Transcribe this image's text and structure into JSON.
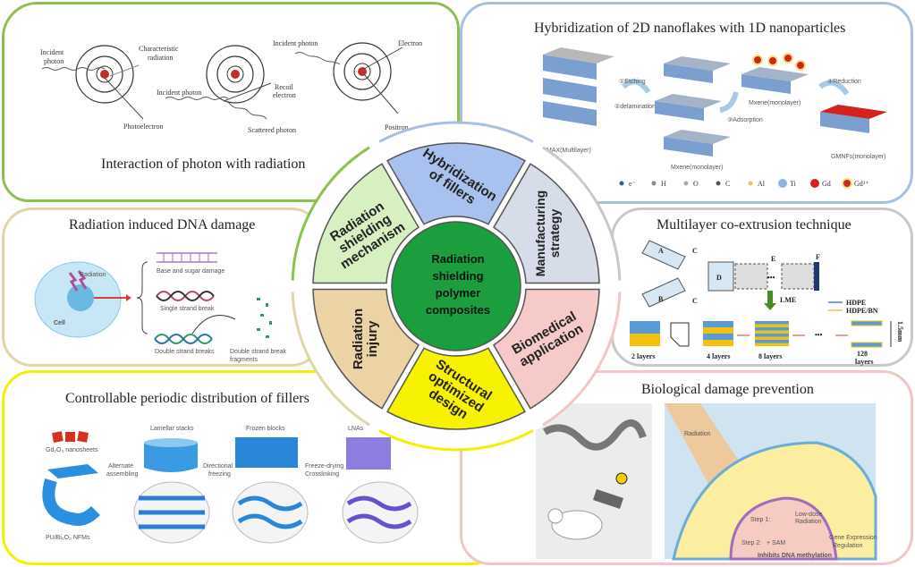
{
  "center": {
    "lines": [
      "Radiation",
      "shielding",
      "polymer",
      "composites"
    ],
    "color": "#1a9e3e"
  },
  "segments": [
    {
      "lines": [
        "Radiation",
        "shielding",
        "mechanism"
      ],
      "color": "#d7f0c2"
    },
    {
      "lines": [
        "Hybridization",
        "of fillers"
      ],
      "color": "#a9c1ee"
    },
    {
      "lines": [
        "Manufacturing",
        "strategy"
      ],
      "color": "#d6dce8"
    },
    {
      "lines": [
        "Biomedical",
        "application"
      ],
      "color": "#f7caca"
    },
    {
      "lines": [
        "Structural",
        "optimized",
        "design"
      ],
      "color": "#f6f200"
    },
    {
      "lines": [
        "Radiation",
        "injury"
      ],
      "color": "#ecd3a6"
    }
  ],
  "panels": {
    "photon": {
      "title": "Interaction of photon with radiation",
      "border": "#8cc04f",
      "labels": {
        "incident_photon_1a": "Incident",
        "incident_photon_1b": "photon",
        "characteristic_a": "Characteristic",
        "characteristic_b": "radiation",
        "photoelectron": "Photoelectron",
        "incident_photon_2": "Incident photon",
        "recoil_a": "Recoil",
        "recoil_b": "electron",
        "scattered": "Scattered photon",
        "incident_photon_3": "Incident photon",
        "electron": "Electron",
        "positron": "Positron"
      }
    },
    "hybrid": {
      "title": "Hybridization of 2D nanoflakes with 1D nanoparticles",
      "border": "#a8c0e2",
      "labels": {
        "etching": "①Etching",
        "delamination": "②delamination",
        "adsorption": "③Adsorption",
        "reduction": "④Reduction",
        "max": "MAX(Multilayer)",
        "mxene1": "Mxene(monolayer)",
        "mxene2": "Mxene(monolayer)",
        "gmnf": "GMNFs(monolayer)"
      },
      "legend": [
        "e⁻",
        "H",
        "O",
        "C",
        "Al",
        "Ti",
        "Gd",
        "Gd³⁺"
      ]
    },
    "dna": {
      "title": "Radiation induced DNA damage",
      "border": "#e2d6a4",
      "labels": {
        "radiation": "Radiation",
        "cell": "Cell",
        "base": "Base and sugar damage",
        "single": "Single strand break",
        "double": "Double strand breaks",
        "frag_a": "Double strand break",
        "frag_b": "fragments"
      }
    },
    "extrusion": {
      "title": "Multilayer co-extrusion technique",
      "border": "#c9c9c9",
      "labels": {
        "a": "A",
        "b": "B",
        "c1": "C",
        "c2": "C",
        "d": "D",
        "e": "E",
        "f": "F",
        "lme": "LME",
        "hdpe": "HDPE",
        "hdpebn": "HDPE/BN",
        "l2": "2 layers",
        "l4": "4 layers",
        "l8": "8 layers",
        "l128a": "128",
        "l128b": "layers",
        "thick": "1.5mm",
        "dots": "•••"
      }
    },
    "fillers": {
      "title": "Controllable periodic distribution of fillers",
      "border": "#f2f000",
      "labels": {
        "gd": "Gd₂O₃ nanosheets",
        "pu": "PU/Bi₂O₃ NFMs",
        "alt_a": "Alternate",
        "alt_b": "assembling",
        "lamellar": "Lamellar stacks",
        "dir_a": "Directional",
        "dir_b": "freezing",
        "frozen": "Frozen blocks",
        "fd_a": "Freeze-drying",
        "fd_b": "Crosslinking",
        "lnas": "LNAs"
      }
    },
    "bio": {
      "title": "Biological damage prevention",
      "border": "#f0c6c6",
      "labels": {
        "radiation": "Radiation",
        "lowdose_a": "Low-dose",
        "lowdose_b": "Radiation",
        "step1": "Step 1:",
        "step2": "Step 2:",
        "sam": "+ SAM",
        "gene_a": "Gene Expression",
        "gene_b": "Regulation",
        "inhibits": "Inhibits DNA methylation"
      }
    }
  }
}
